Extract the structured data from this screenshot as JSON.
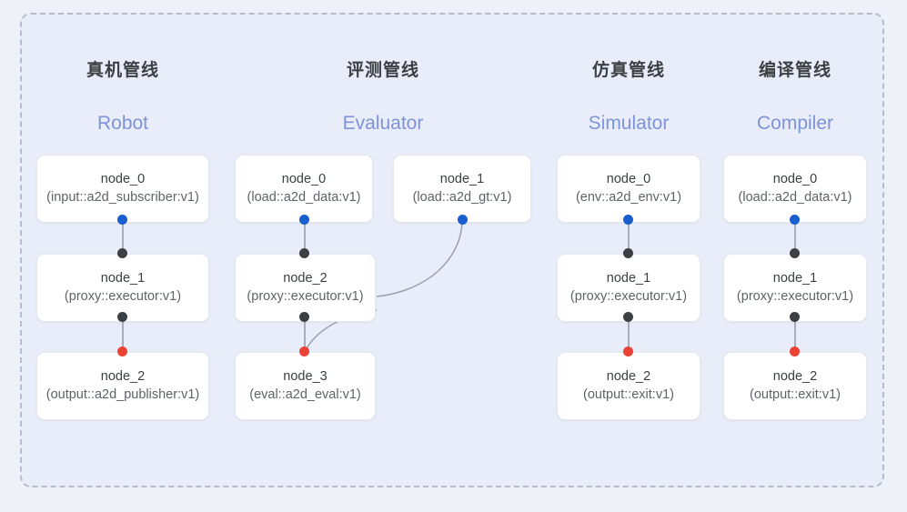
{
  "frame": {
    "style": "dashed-rounded-panel",
    "background_color": "#e8edf9",
    "border_color": "#b6bcc9",
    "page_background": "#eef1f7"
  },
  "palette": {
    "title_cn_color": "#3c4043",
    "title_en_color": "#7f93d8",
    "node_bg": "#ffffff",
    "port_source": "#1a5fd0",
    "port_relay": "#3c4043",
    "port_sink": "#ea4335",
    "edge_color": "#97a0ae"
  },
  "columns": [
    {
      "key": "robot",
      "title_cn": "真机管线",
      "title_en": "Robot",
      "nodes": [
        {
          "id": "node_0",
          "type": "(input::a2d_subscriber:v1)"
        },
        {
          "id": "node_1",
          "type": "(proxy::executor:v1)"
        },
        {
          "id": "node_2",
          "type": "(output::a2d_publisher:v1)"
        }
      ]
    },
    {
      "key": "evaluator",
      "title_cn": "评测管线",
      "title_en": "Evaluator",
      "nodes": [
        {
          "id": "node_0",
          "type": "(load::a2d_data:v1)"
        },
        {
          "id": "node_1",
          "type": "(load::a2d_gt:v1)"
        },
        {
          "id": "node_2",
          "type": "(proxy::executor:v1)"
        },
        {
          "id": "node_3",
          "type": "(eval::a2d_eval:v1)"
        }
      ]
    },
    {
      "key": "simulator",
      "title_cn": "仿真管线",
      "title_en": "Simulator",
      "nodes": [
        {
          "id": "node_0",
          "type": "(env::a2d_env:v1)"
        },
        {
          "id": "node_1",
          "type": "(proxy::executor:v1)"
        },
        {
          "id": "node_2",
          "type": "(output::exit:v1)"
        }
      ]
    },
    {
      "key": "compiler",
      "title_cn": "编译管线",
      "title_en": "Compiler",
      "nodes": [
        {
          "id": "node_0",
          "type": "(load::a2d_data:v1)"
        },
        {
          "id": "node_1",
          "type": "(proxy::executor:v1)"
        },
        {
          "id": "node_2",
          "type": "(output::exit:v1)"
        }
      ]
    }
  ]
}
